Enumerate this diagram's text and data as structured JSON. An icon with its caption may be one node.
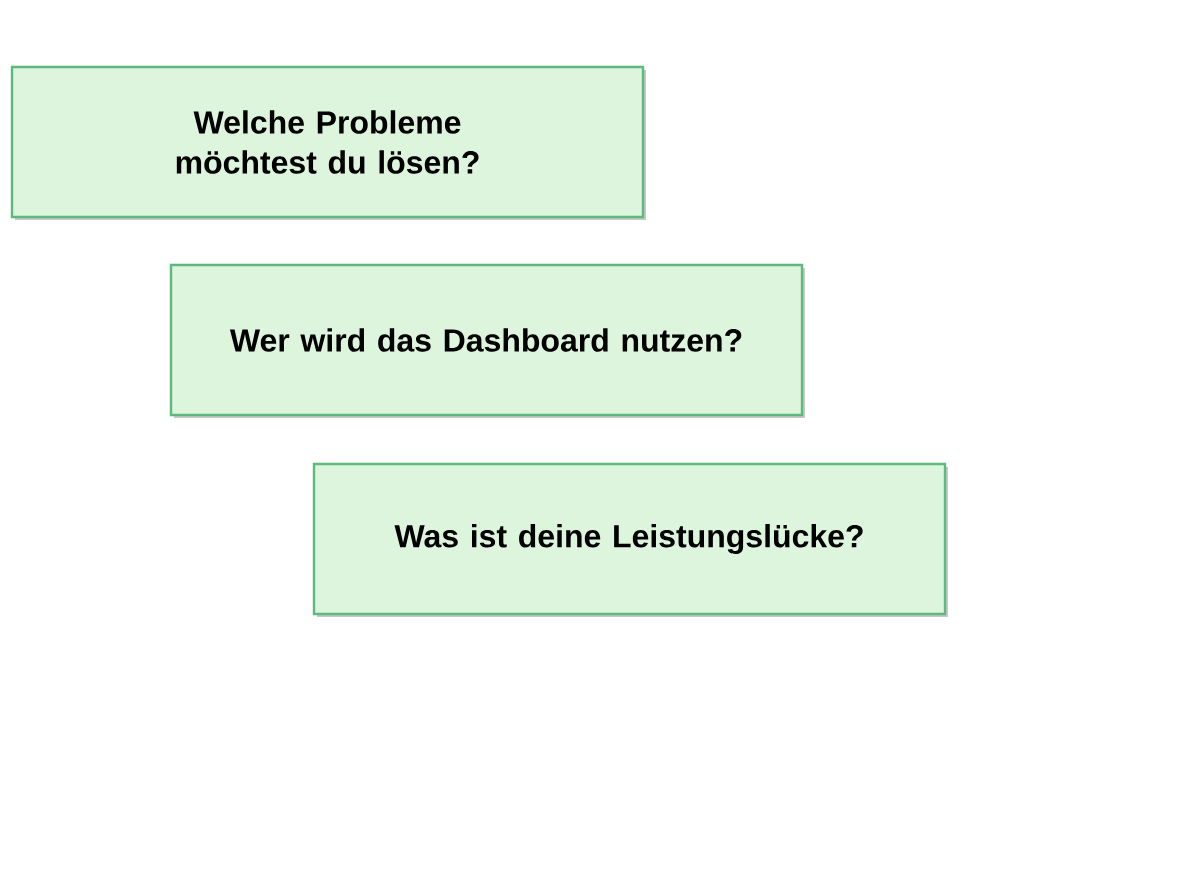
{
  "diagram": {
    "nodes": [
      {
        "text": [
          "Welche Probleme möchtest du lösen?"
        ]
      },
      {
        "text": [
          "Wer wird das Dashboard nutzen?"
        ]
      },
      {
        "text": [
          "Was ist deine Leistungslücke?"
        ]
      }
    ]
  }
}
